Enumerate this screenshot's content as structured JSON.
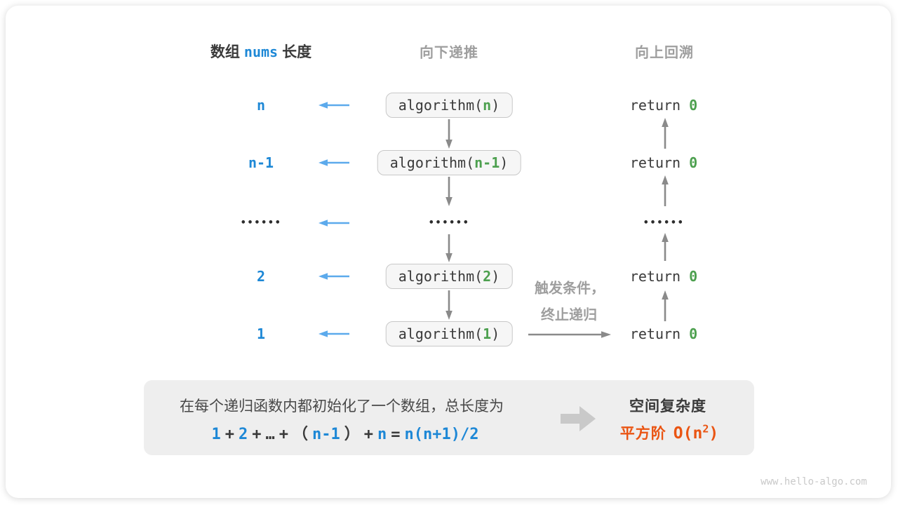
{
  "colors": {
    "blue": "#1e88d6",
    "light-blue": "#5caaec",
    "green": "#4da04f",
    "orange": "#ea5513",
    "gray-text": "#9e9e9e",
    "arrow": "#8a8a8a",
    "dark": "#3a3a3a",
    "box-fill": "#f6f6f6",
    "box-border": "#c8c8c8",
    "panel": "#eeeeee",
    "block-arrow": "#c9c9c9"
  },
  "headers": {
    "left_prefix": "数组",
    "left_code": "nums",
    "left_suffix": "长度",
    "middle": "向下递推",
    "right": "向上回溯"
  },
  "call_prefix": "algorithm(",
  "call_suffix": ")",
  "return_word": "return",
  "return_value": "0",
  "dots": "••••••",
  "rows": [
    {
      "label": "n",
      "param": "n"
    },
    {
      "label": "n-1",
      "param": "n-1"
    },
    {
      "label": "2",
      "param": "2"
    },
    {
      "label": "1",
      "param": "1"
    }
  ],
  "base_case_note": {
    "line1": "触发条件，",
    "line2": "终止递归"
  },
  "summary": {
    "caption": "在每个递归函数内都初始化了一个数组，总长度为",
    "formula": [
      {
        "t": "1"
      },
      {
        "t": "+"
      },
      {
        "t": "2"
      },
      {
        "t": "+"
      },
      {
        "t": "…"
      },
      {
        "t": "+"
      },
      {
        "t": "（"
      },
      {
        "t": "n-1"
      },
      {
        "t": "）"
      },
      {
        "t": "+"
      },
      {
        "t": "n"
      },
      {
        "t": "="
      },
      {
        "t": "n(n+1)/2"
      }
    ],
    "result_title": "空间复杂度",
    "result_label": "平方阶",
    "result_bigo_prefix": "O(n",
    "result_exponent": "2",
    "result_bigo_suffix": ")"
  },
  "watermark": "www.hello-algo.com"
}
